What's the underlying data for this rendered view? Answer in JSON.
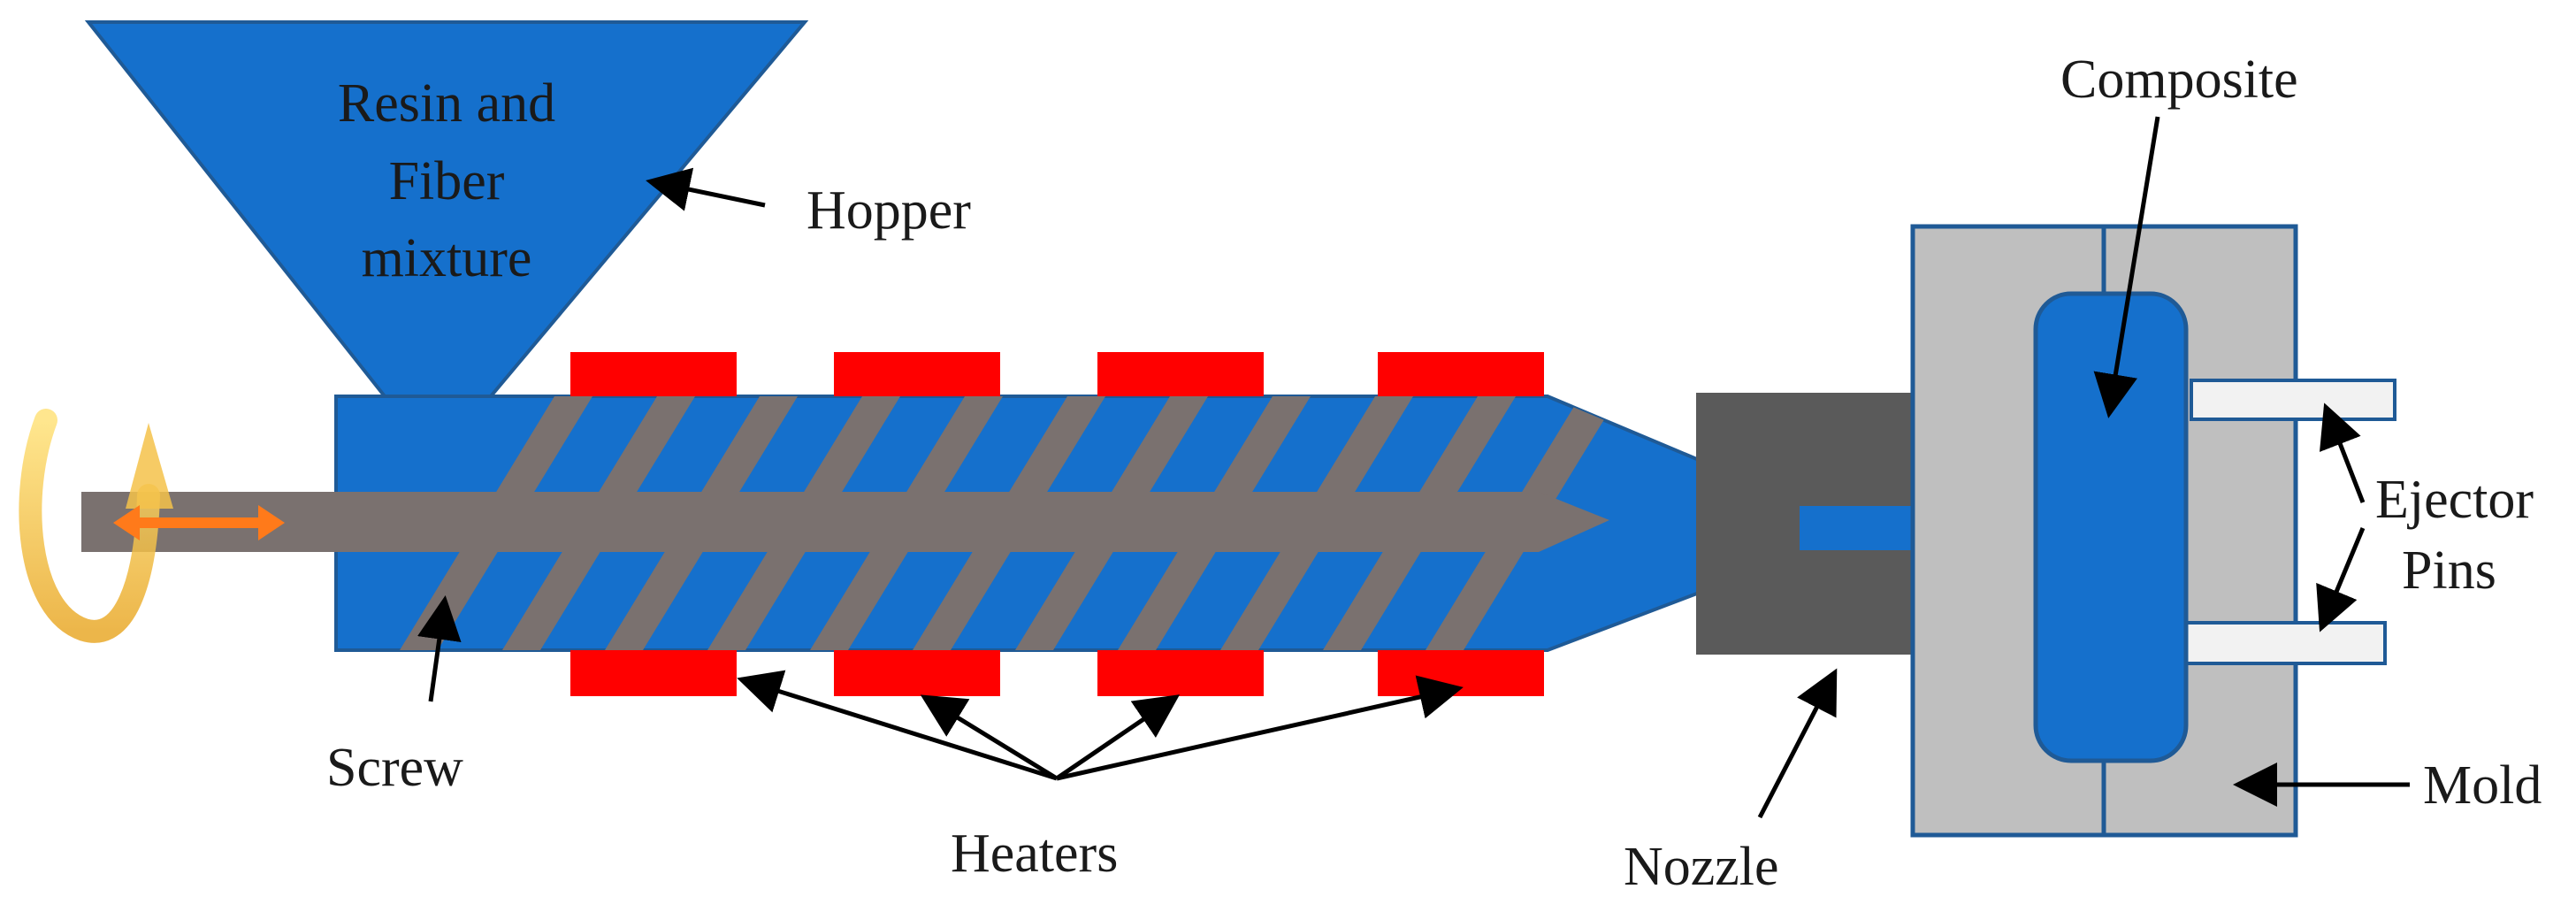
{
  "labels": {
    "hopper_contents_line1": "Resin and",
    "hopper_contents_line2": "Fiber",
    "hopper_contents_line3": "mixture",
    "hopper": "Hopper",
    "screw": "Screw",
    "heaters": "Heaters",
    "nozzle": "Nozzle",
    "composite": "Composite",
    "ejector_pins_line1": "Ejector",
    "ejector_pins_line2": "Pins",
    "mold": "Mold"
  },
  "colors": {
    "barrel_blue": "#1570CC",
    "screw_gray": "#7A716F",
    "heater_red": "#FF0000",
    "nozzle_dark": "#5A5A5A",
    "mold_gray": "#BFBFBF",
    "mold_border": "#1F5A96",
    "ejector_pin": "#F2F2F2",
    "rotation_arrow": "#F5C24A",
    "axial_arrow": "#FF7A1A"
  },
  "icons": {
    "rotation": "rotation-arrow-icon",
    "axial_motion": "double-arrow-icon"
  }
}
